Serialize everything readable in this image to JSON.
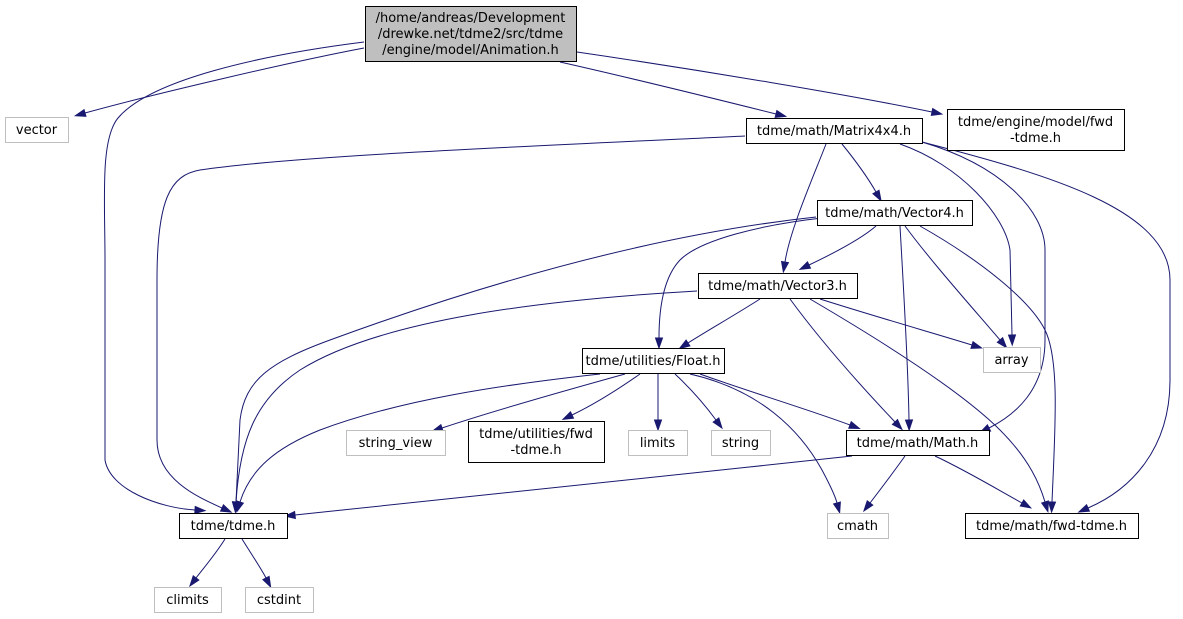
{
  "graph": {
    "colors": {
      "edge": "#191970",
      "root_fill": "#bfbfbf",
      "node_fill": "#ffffff",
      "node_border": "#000000",
      "external_border": "#bfbfbf"
    },
    "nodes": [
      {
        "id": "root",
        "lines": [
          "/home/andreas/Development",
          "/drewke.net/tdme2/src/tdme",
          "/engine/model/Animation.h"
        ],
        "kind": "root"
      },
      {
        "id": "vector",
        "lines": [
          "vector"
        ],
        "kind": "external"
      },
      {
        "id": "matrix4x4",
        "lines": [
          "tdme/math/Matrix4x4.h"
        ],
        "kind": "header"
      },
      {
        "id": "model_fwd",
        "lines": [
          "tdme/engine/model/fwd",
          "-tdme.h"
        ],
        "kind": "header"
      },
      {
        "id": "vector4",
        "lines": [
          "tdme/math/Vector4.h"
        ],
        "kind": "header"
      },
      {
        "id": "vector3",
        "lines": [
          "tdme/math/Vector3.h"
        ],
        "kind": "header"
      },
      {
        "id": "array",
        "lines": [
          "array"
        ],
        "kind": "external"
      },
      {
        "id": "float",
        "lines": [
          "tdme/utilities/Float.h"
        ],
        "kind": "header"
      },
      {
        "id": "string_view",
        "lines": [
          "string_view"
        ],
        "kind": "external"
      },
      {
        "id": "util_fwd",
        "lines": [
          "tdme/utilities/fwd",
          "-tdme.h"
        ],
        "kind": "header"
      },
      {
        "id": "limits",
        "lines": [
          "limits"
        ],
        "kind": "external"
      },
      {
        "id": "string",
        "lines": [
          "string"
        ],
        "kind": "external"
      },
      {
        "id": "math",
        "lines": [
          "tdme/math/Math.h"
        ],
        "kind": "header"
      },
      {
        "id": "tdme",
        "lines": [
          "tdme/tdme.h"
        ],
        "kind": "header"
      },
      {
        "id": "cmath",
        "lines": [
          "cmath"
        ],
        "kind": "external"
      },
      {
        "id": "math_fwd",
        "lines": [
          "tdme/math/fwd-tdme.h"
        ],
        "kind": "header"
      },
      {
        "id": "climits",
        "lines": [
          "climits"
        ],
        "kind": "external"
      },
      {
        "id": "cstdint",
        "lines": [
          "cstdint"
        ],
        "kind": "external"
      }
    ],
    "edges": [
      [
        "root",
        "vector"
      ],
      [
        "root",
        "tdme"
      ],
      [
        "root",
        "matrix4x4"
      ],
      [
        "root",
        "model_fwd"
      ],
      [
        "matrix4x4",
        "tdme"
      ],
      [
        "matrix4x4",
        "vector3"
      ],
      [
        "matrix4x4",
        "vector4"
      ],
      [
        "matrix4x4",
        "array"
      ],
      [
        "matrix4x4",
        "math"
      ],
      [
        "matrix4x4",
        "math_fwd"
      ],
      [
        "vector4",
        "tdme"
      ],
      [
        "vector4",
        "float"
      ],
      [
        "vector4",
        "vector3"
      ],
      [
        "vector4",
        "math"
      ],
      [
        "vector4",
        "array"
      ],
      [
        "vector4",
        "math_fwd"
      ],
      [
        "vector3",
        "tdme"
      ],
      [
        "vector3",
        "float"
      ],
      [
        "vector3",
        "array"
      ],
      [
        "vector3",
        "math"
      ],
      [
        "vector3",
        "math_fwd"
      ],
      [
        "float",
        "tdme"
      ],
      [
        "float",
        "string_view"
      ],
      [
        "float",
        "util_fwd"
      ],
      [
        "float",
        "limits"
      ],
      [
        "float",
        "string"
      ],
      [
        "float",
        "math"
      ],
      [
        "float",
        "cmath"
      ],
      [
        "math",
        "tdme"
      ],
      [
        "math",
        "cmath"
      ],
      [
        "math",
        "math_fwd"
      ],
      [
        "tdme",
        "climits"
      ],
      [
        "tdme",
        "cstdint"
      ]
    ]
  }
}
